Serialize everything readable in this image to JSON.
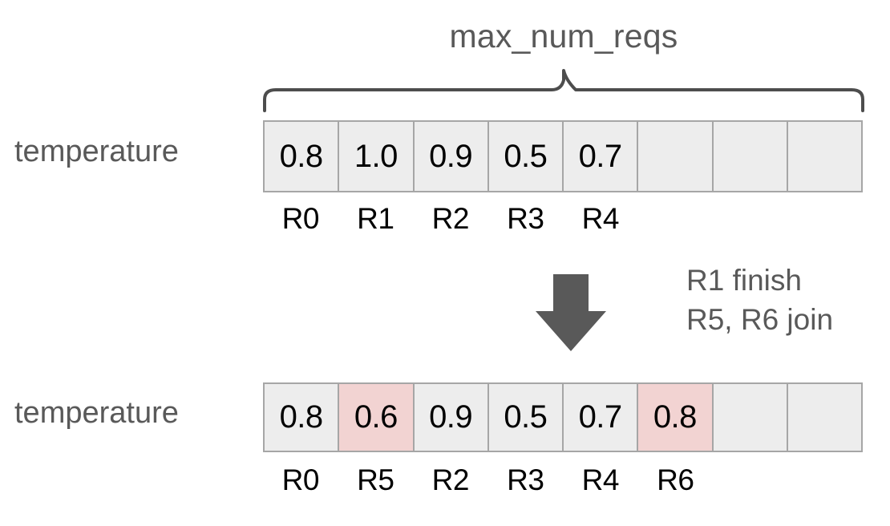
{
  "diagram": {
    "caption": "max_num_reqs",
    "brace_color": "#4d4d4d",
    "label_color": "#595959",
    "cell_fill": "#ededed",
    "cell_border": "#a6a6a6",
    "highlight_fill": "#f2d3d2",
    "arrow_color": "#595959",
    "max_num_reqs": 8
  },
  "before": {
    "row_label": "temperature",
    "cells": [
      {
        "value": "0.8",
        "request": "R0",
        "filled": true,
        "highlighted": false
      },
      {
        "value": "1.0",
        "request": "R1",
        "filled": true,
        "highlighted": false
      },
      {
        "value": "0.9",
        "request": "R2",
        "filled": true,
        "highlighted": false
      },
      {
        "value": "0.5",
        "request": "R3",
        "filled": true,
        "highlighted": false
      },
      {
        "value": "0.7",
        "request": "R4",
        "filled": true,
        "highlighted": false
      },
      {
        "value": "",
        "request": "",
        "filled": false,
        "highlighted": false
      },
      {
        "value": "",
        "request": "",
        "filled": false,
        "highlighted": false
      },
      {
        "value": "",
        "request": "",
        "filled": false,
        "highlighted": false
      }
    ]
  },
  "transition": {
    "arrow_icon": "arrow-down-icon",
    "note_lines": [
      "R1 finish",
      "R5, R6 join"
    ]
  },
  "after": {
    "row_label": "temperature",
    "cells": [
      {
        "value": "0.8",
        "request": "R0",
        "filled": true,
        "highlighted": false
      },
      {
        "value": "0.6",
        "request": "R5",
        "filled": true,
        "highlighted": true
      },
      {
        "value": "0.9",
        "request": "R2",
        "filled": true,
        "highlighted": false
      },
      {
        "value": "0.5",
        "request": "R3",
        "filled": true,
        "highlighted": false
      },
      {
        "value": "0.7",
        "request": "R4",
        "filled": true,
        "highlighted": false
      },
      {
        "value": "0.8",
        "request": "R6",
        "filled": true,
        "highlighted": true
      },
      {
        "value": "",
        "request": "",
        "filled": false,
        "highlighted": false
      },
      {
        "value": "",
        "request": "",
        "filled": false,
        "highlighted": false
      }
    ]
  }
}
